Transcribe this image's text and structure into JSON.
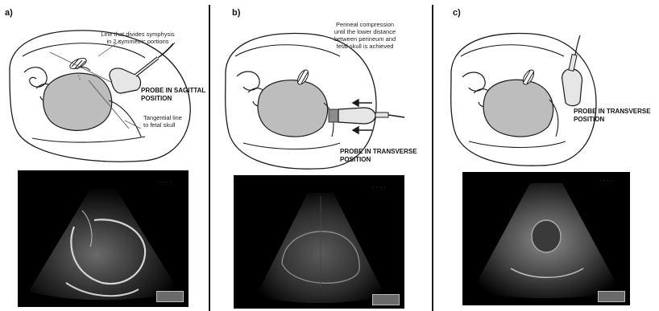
{
  "panels": [
    {
      "label": "a)",
      "annotation_top": "Line that divides symphysis in 2 symmetric portions",
      "annotation_top_lines": [
        "Line that divides symphysis",
        "in 2 symmetric portions"
      ],
      "probe_label_lines": [
        "PROBE IN SAGITTAL",
        "POSITION"
      ],
      "annotation_bottom_lines": [
        "Tangential line",
        "to fetal skull"
      ]
    },
    {
      "label": "b)",
      "annotation_top_lines": [
        "Perineal compression",
        "until the lower distance",
        "between perineum and",
        "fetal skull is achieved"
      ],
      "probe_label_lines": [
        "PROBE IN TRANSVERSE",
        "POSITION"
      ]
    },
    {
      "label": "c)",
      "probe_label_lines": [
        "PROBE IN TRANSVERSE",
        "POSITION"
      ]
    }
  ],
  "colors": {
    "outline": "#1a1a1a",
    "fetal_skull": "#bdbdbd",
    "probe": "#e6e6e6",
    "contact_block": "#8c8c8c",
    "ultrasound_bg": "#000000"
  }
}
